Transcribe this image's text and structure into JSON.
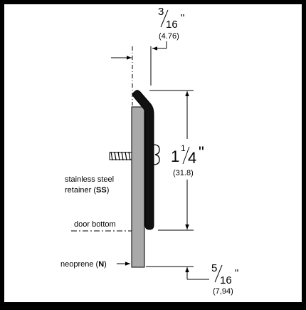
{
  "dims": {
    "top_gap": {
      "num": "3",
      "den": "16",
      "unit_mark": "\"",
      "metric": "(4.76)"
    },
    "height": {
      "whole": "1",
      "num": "1",
      "den": "4",
      "unit_mark": "\"",
      "metric": "(31.8)"
    },
    "bottom_gap": {
      "num": "5",
      "den": "16",
      "unit_mark": "\"",
      "metric": "(7,94)"
    }
  },
  "labels": {
    "retainer_line1": "stainless steel",
    "retainer_line2_prefix": "retainer (",
    "retainer_code": "SS",
    "retainer_line2_suffix": ")",
    "door_bottom": "door bottom",
    "neoprene_prefix": "neoprene (",
    "neoprene_code": "N",
    "neoprene_suffix": ")"
  },
  "colors": {
    "frame": "#000000",
    "background": "#ffffff",
    "retainer": "#a9a9a9",
    "sweep": "#111111",
    "line": "#000000"
  }
}
